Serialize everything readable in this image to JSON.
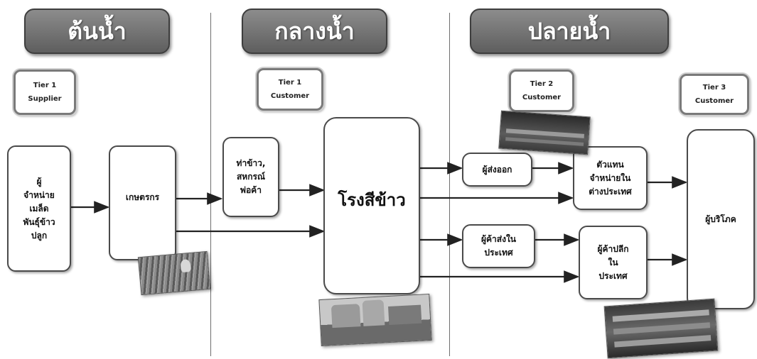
{
  "stages": {
    "upstream": "ต้นน้ำ",
    "midstream": "กลางน้ำ",
    "downstream": "ปลายน้ำ"
  },
  "tiers": {
    "t1_supplier": {
      "line1": "Tier 1",
      "line2": "Supplier"
    },
    "t1_customer": {
      "line1": "Tier 1",
      "line2": "Customer"
    },
    "t2_customer": {
      "line1": "Tier 2",
      "line2": "Customer"
    },
    "t3_customer": {
      "line1": "Tier 3",
      "line2": "Customer"
    }
  },
  "nodes": {
    "seed_seller": [
      "ผู้",
      "จำหน่าย",
      "เมล็ด",
      "พันธุ์ข้าว",
      "ปลูก"
    ],
    "farmer": [
      "เกษตรกร"
    ],
    "collector": [
      "ท่าข้าว,",
      "สหกรณ์",
      "พ่อค้า"
    ],
    "rice_mill": [
      "โรงสีข้าว"
    ],
    "exporter": [
      "ผู้ส่งออก"
    ],
    "foreign_agent": [
      "ตัวแทน",
      "จำหน่ายใน",
      "ต่างประเทศ"
    ],
    "domestic_wholesaler": [
      "ผู้ค้าส่งใน",
      "ประเทศ"
    ],
    "domestic_retailer": [
      "ผู้ค้าปลีก",
      "ใน",
      "ประเทศ"
    ],
    "consumer": [
      "ผู้บริโภค"
    ]
  },
  "colors": {
    "stage_fill": "#767676",
    "arrow": "#222222",
    "border": "#4a4a4a"
  }
}
